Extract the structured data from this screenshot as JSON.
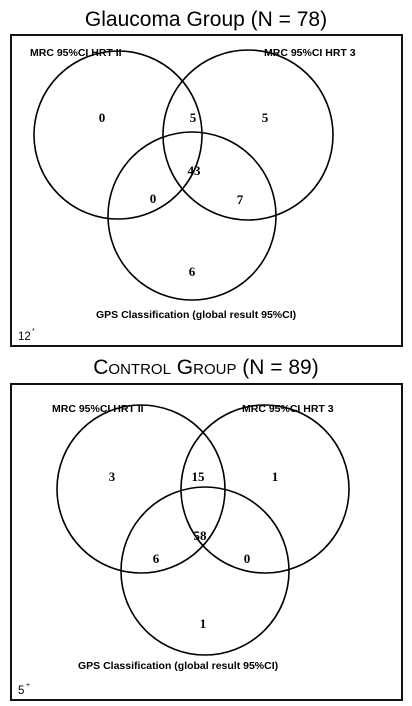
{
  "panels": [
    {
      "title": "Glaucoma Group (N = 78)",
      "set_labels": {
        "a": "MRC 95%CI HRT II",
        "b": "MRC 95%CI HRT 3",
        "c": "GPS Classification (global result 95%CI)"
      },
      "regions": {
        "a_only": "0",
        "a_b": "5",
        "b_only": "5",
        "a_b_c": "43",
        "a_c": "0",
        "b_c": "7",
        "c_only": "6"
      },
      "footnote": "12",
      "footnote_sup": "*"
    },
    {
      "title": "Control Group (N = 89)",
      "title_plain": "Control Group",
      "title_suffix": " (N = 89)",
      "set_labels": {
        "a": "MRC 95%CI HRT II",
        "b": "MRC 95%CI HRT 3",
        "c": "GPS Classification (global result 95%CI)"
      },
      "regions": {
        "a_only": "3",
        "a_b": "15",
        "b_only": "1",
        "a_b_c": "58",
        "a_c": "6",
        "b_c": "0",
        "c_only": "1"
      },
      "footnote": "5",
      "footnote_sup": "+"
    }
  ]
}
